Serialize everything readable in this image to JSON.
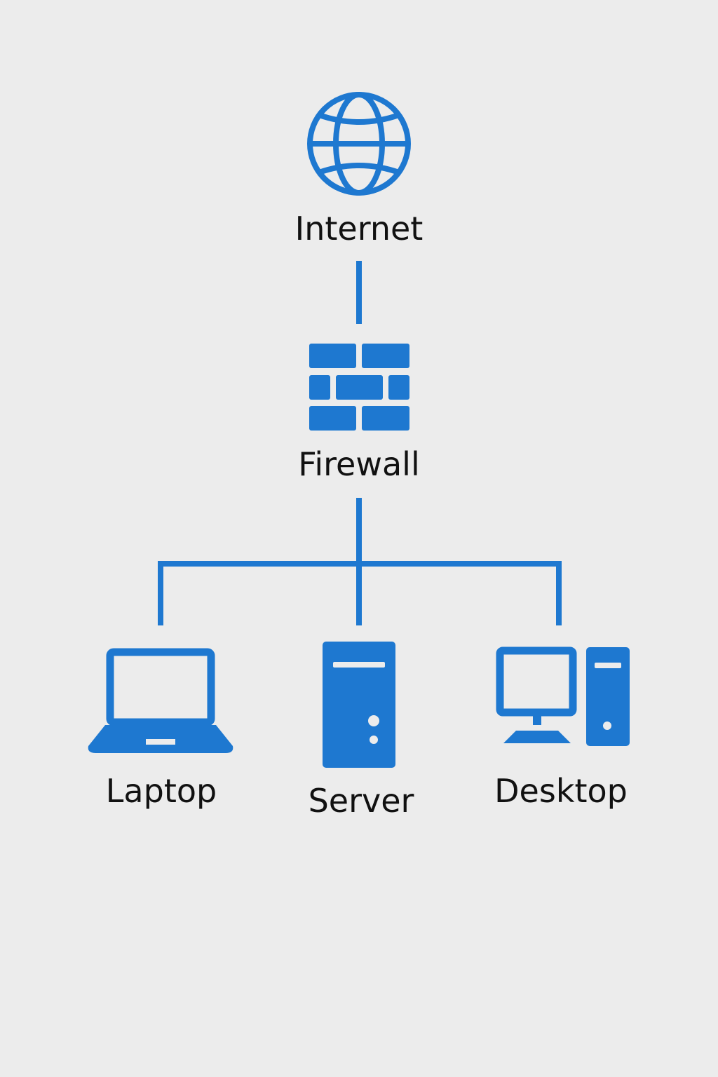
{
  "colors": {
    "accent": "#1e78d0",
    "background": "#ececec",
    "text": "#111111"
  },
  "nodes": {
    "internet": {
      "label": "Internet",
      "icon": "globe-icon"
    },
    "firewall": {
      "label": "Firewall",
      "icon": "brick-wall-icon"
    },
    "laptop": {
      "label": "Laptop",
      "icon": "laptop-icon"
    },
    "server": {
      "label": "Server",
      "icon": "server-tower-icon"
    },
    "desktop": {
      "label": "Desktop",
      "icon": "desktop-computer-icon"
    }
  },
  "connections": [
    {
      "from": "internet",
      "to": "firewall"
    },
    {
      "from": "firewall",
      "to": "laptop"
    },
    {
      "from": "firewall",
      "to": "server"
    },
    {
      "from": "firewall",
      "to": "desktop"
    }
  ]
}
